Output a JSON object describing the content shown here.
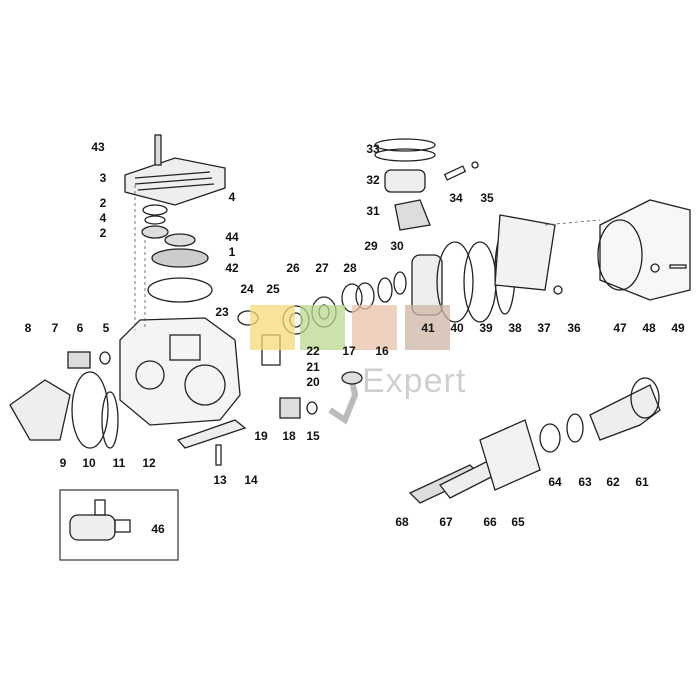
{
  "diagram": {
    "title": "Pump exploded parts diagram",
    "part_labels": [
      "43",
      "3",
      "2",
      "4",
      "2",
      "4",
      "44",
      "1",
      "42",
      "8",
      "7",
      "6",
      "5",
      "24",
      "25",
      "26",
      "27",
      "28",
      "29",
      "30",
      "23",
      "22",
      "21",
      "20",
      "17",
      "16",
      "41",
      "40",
      "39",
      "38",
      "37",
      "36",
      "47",
      "48",
      "49",
      "33",
      "32",
      "31",
      "34",
      "35",
      "9",
      "10",
      "11",
      "12",
      "19",
      "18",
      "15",
      "14",
      "13",
      "64",
      "63",
      "62",
      "61",
      "68",
      "67",
      "66",
      "65",
      "46"
    ]
  },
  "watermark": {
    "text": "Expert",
    "colors": [
      "#f5d97a",
      "#b9d98f",
      "#e8c3a9",
      "#cdb5a6"
    ]
  }
}
